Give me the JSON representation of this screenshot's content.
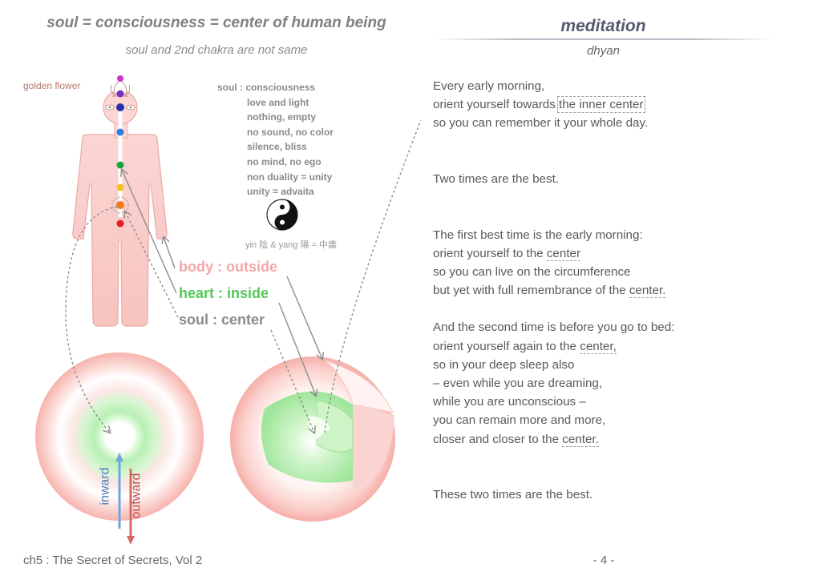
{
  "left": {
    "title": "soul = consciousness = center of human being",
    "subtitle": "soul and 2nd chakra are not same",
    "golden_flower_label": "golden flower",
    "soul_list": [
      "soul : consciousness",
      "love and light",
      "nothing, empty",
      "no sound, no color",
      "silence, bliss",
      "no mind, no ego",
      "non duality = unity",
      "unity = advaita"
    ],
    "yinyang_caption": "yin 陰 & yang 陽 = 中庸",
    "labels": {
      "body": "body : outside",
      "heart": "heart : inside",
      "soul": "soul : center"
    },
    "arrows": {
      "inward": "inward",
      "outward": "outward"
    },
    "icons": [
      "lotus-icon",
      "eye-icon",
      "yin-yang-icon",
      "human-figure-icon"
    ],
    "colors": {
      "body": "#f4a6a6",
      "heart": "#55c75a",
      "soul": "#8a8a8a",
      "inward": "#4a7fc7",
      "outward": "#c0504d",
      "chakras": [
        "#cc33cc",
        "#7b2fc0",
        "#2233aa",
        "#2f7fe0",
        "#1aa33a",
        "#f0c020",
        "#f07a1a",
        "#e02020"
      ]
    }
  },
  "right": {
    "title": "meditation",
    "subtitle": "dhyan",
    "paragraphs": [
      [
        {
          "t": "Every early morning,"
        },
        {
          "t": "orient yourself towards ",
          "box": "the inner center"
        },
        {
          "t": "so you can remember it your whole day."
        }
      ],
      [
        {
          "t": "Two times are the best."
        }
      ],
      [
        {
          "t": "The first best time is the early morning:"
        },
        {
          "t": "orient yourself to the ",
          "ul": "center"
        },
        {
          "t": "so you can live on the circumference"
        },
        {
          "t": "but yet with full remembrance of the ",
          "ul": "center."
        }
      ],
      [
        {
          "t": "And the second time is before you go to bed:"
        },
        {
          "t": "orient yourself again to the ",
          "ul": "center,"
        },
        {
          "t": "so in your deep sleep also"
        },
        {
          "t": "– even while you are dreaming,"
        },
        {
          "t": "while you are unconscious –"
        },
        {
          "t": "you can remain more and more,"
        },
        {
          "t": "closer and closer to the ",
          "ul": "center."
        }
      ],
      [
        {
          "t": "These two times are the best."
        }
      ]
    ]
  },
  "footer": {
    "left": "ch5 : The Secret of Secrets, Vol 2",
    "right": "- 4 -"
  }
}
